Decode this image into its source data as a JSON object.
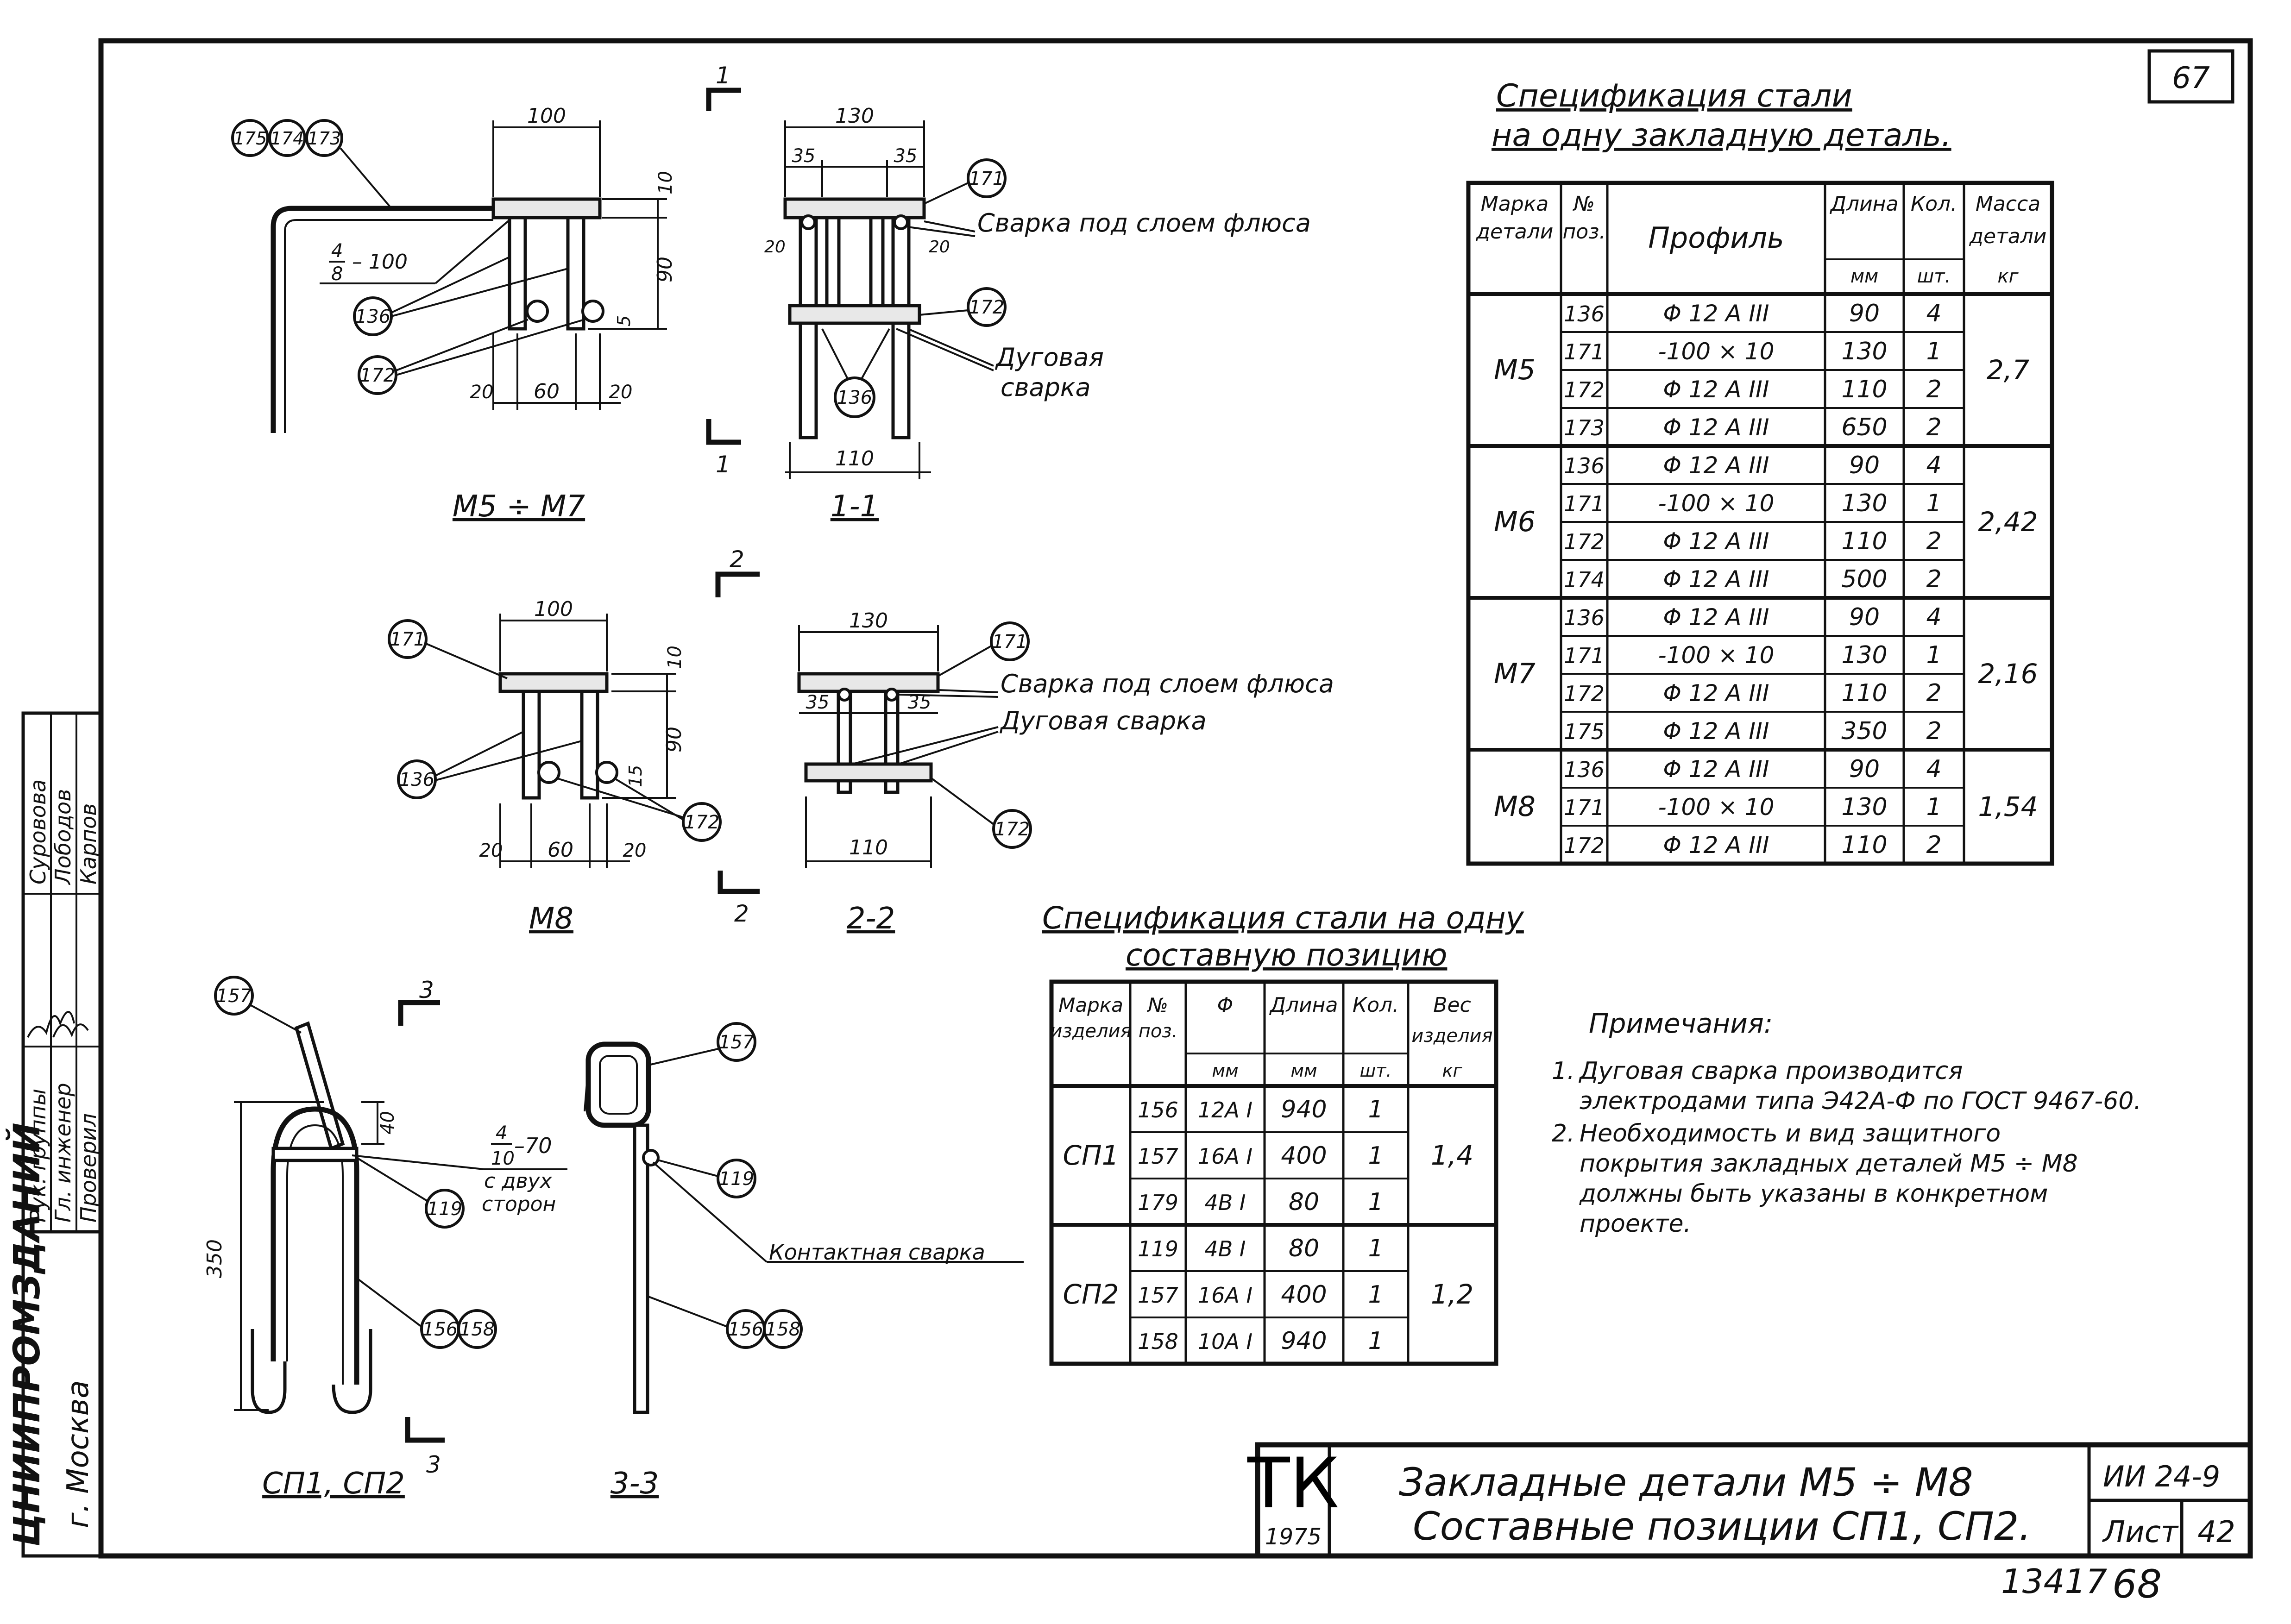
{
  "sheet": {
    "page_no": "67",
    "footer_left_no": "13417",
    "footer_right_no": "68"
  },
  "title_block": {
    "logo": "ТК",
    "year": "1975",
    "title_line1": "Закладные детали М5 ÷ М8",
    "title_line2": "Составные позиции СП1, СП2.",
    "series": "ИИ 24-9",
    "sheet_label": "Лист",
    "sheet_no": "42"
  },
  "side_stamp": {
    "org": "ЦНИИПРОМЗДАНИЙ",
    "city": "г. Москва",
    "rows": [
      {
        "role": "Рук. группы",
        "name": "Суровова"
      },
      {
        "role": "Гл. инженер",
        "name": "Лободов"
      },
      {
        "role": "Проверил",
        "name": "Карпов"
      }
    ]
  },
  "views": {
    "m5_m7": {
      "caption": "М5 ÷ М7",
      "dims": {
        "top": "100",
        "thick": "10",
        "height": "90",
        "bot_left": "20",
        "bot_mid": "60",
        "bot_right": "20",
        "small": "5"
      },
      "weld_note_top": "4",
      "weld_note_bottom": "8",
      "weld_note_len": "– 100",
      "callouts": [
        "175",
        "174",
        "173",
        "136",
        "172"
      ]
    },
    "sec_1_1": {
      "caption": "1-1",
      "cut_label": "1",
      "dims": {
        "top": "130",
        "left": "35",
        "right": "35",
        "side_left": "20",
        "side_right": "20",
        "bottom": "110"
      },
      "callouts": [
        "171",
        "172",
        "136"
      ],
      "note_flux": "Сварка под слоем флюса",
      "note_arc1": "Дуговая",
      "note_arc2": "сварка"
    },
    "m8": {
      "caption": "М8",
      "dims": {
        "top": "100",
        "thick": "10",
        "height": "90",
        "bot_left": "20",
        "bot_mid": "60",
        "bot_right": "20",
        "small": "15"
      },
      "callouts": [
        "171",
        "136",
        "172"
      ]
    },
    "sec_2_2": {
      "caption": "2-2",
      "cut_label": "2",
      "dims": {
        "top": "130",
        "left": "35",
        "right": "35",
        "bottom": "110"
      },
      "callouts": [
        "171",
        "172"
      ],
      "note_flux": "Сварка под слоем флюса",
      "note_arc": "Дуговая сварка"
    },
    "sp": {
      "caption": "СП1, СП2",
      "cut_label": "3",
      "dims": {
        "height": "350",
        "gap": "40"
      },
      "weld_top": "4",
      "weld_bottom": "10",
      "weld_len": "–70",
      "weld_sides1": "с двух",
      "weld_sides2": "сторон",
      "callouts": [
        "157",
        "119",
        "156",
        "158"
      ]
    },
    "sec_3_3": {
      "caption": "3-3",
      "callouts": [
        "157",
        "119",
        "156",
        "158"
      ],
      "note_contact": "Контактная сварка"
    }
  },
  "spec_detail": {
    "title1": "Спецификация стали",
    "title2": "на одну закладную деталь.",
    "headers": {
      "mark": [
        "Марка",
        "детали"
      ],
      "pos": [
        "№",
        "поз."
      ],
      "profile": "Профиль",
      "length": [
        "Длина",
        "мм"
      ],
      "qty": [
        "Кол.",
        "шт."
      ],
      "mass": [
        "Масса",
        "детали",
        "кг"
      ]
    },
    "groups": [
      {
        "mark": "М5",
        "mass": "2,7",
        "rows": [
          {
            "pos": "136",
            "profile": "Φ 12 А III",
            "length": "90",
            "qty": "4"
          },
          {
            "pos": "171",
            "profile": "-100 × 10",
            "length": "130",
            "qty": "1"
          },
          {
            "pos": "172",
            "profile": "Φ 12 А III",
            "length": "110",
            "qty": "2"
          },
          {
            "pos": "173",
            "profile": "Φ 12 А III",
            "length": "650",
            "qty": "2"
          }
        ]
      },
      {
        "mark": "М6",
        "mass": "2,42",
        "rows": [
          {
            "pos": "136",
            "profile": "Φ 12 А III",
            "length": "90",
            "qty": "4"
          },
          {
            "pos": "171",
            "profile": "-100 × 10",
            "length": "130",
            "qty": "1"
          },
          {
            "pos": "172",
            "profile": "Φ 12 А III",
            "length": "110",
            "qty": "2"
          },
          {
            "pos": "174",
            "profile": "Φ 12 А III",
            "length": "500",
            "qty": "2"
          }
        ]
      },
      {
        "mark": "М7",
        "mass": "2,16",
        "rows": [
          {
            "pos": "136",
            "profile": "Φ 12 А III",
            "length": "90",
            "qty": "4"
          },
          {
            "pos": "171",
            "profile": "-100 × 10",
            "length": "130",
            "qty": "1"
          },
          {
            "pos": "172",
            "profile": "Φ 12 А III",
            "length": "110",
            "qty": "2"
          },
          {
            "pos": "175",
            "profile": "Φ 12 А III",
            "length": "350",
            "qty": "2"
          }
        ]
      },
      {
        "mark": "М8",
        "mass": "1,54",
        "rows": [
          {
            "pos": "136",
            "profile": "Φ 12 А III",
            "length": "90",
            "qty": "4"
          },
          {
            "pos": "171",
            "profile": "-100 × 10",
            "length": "130",
            "qty": "1"
          },
          {
            "pos": "172",
            "profile": "Φ 12 А III",
            "length": "110",
            "qty": "2"
          }
        ]
      }
    ]
  },
  "spec_position": {
    "title1": "Спецификация стали на одну",
    "title2": "составную позицию",
    "headers": {
      "mark": [
        "Марка",
        "изделия"
      ],
      "pos": [
        "№",
        "поз."
      ],
      "dia": [
        "Φ",
        "мм"
      ],
      "length": [
        "Длина",
        "мм"
      ],
      "qty": [
        "Кол.",
        "шт."
      ],
      "weight": [
        "Вес",
        "изделия",
        "кг"
      ]
    },
    "groups": [
      {
        "mark": "СП1",
        "weight": "1,4",
        "rows": [
          {
            "pos": "156",
            "dia": "12А I",
            "length": "940",
            "qty": "1"
          },
          {
            "pos": "157",
            "dia": "16А I",
            "length": "400",
            "qty": "1"
          },
          {
            "pos": "179",
            "dia": "4В I",
            "length": "80",
            "qty": "1"
          }
        ]
      },
      {
        "mark": "СП2",
        "weight": "1,2",
        "rows": [
          {
            "pos": "119",
            "dia": "4В I",
            "length": "80",
            "qty": "1"
          },
          {
            "pos": "157",
            "dia": "16А I",
            "length": "400",
            "qty": "1"
          },
          {
            "pos": "158",
            "dia": "10А I",
            "length": "940",
            "qty": "1"
          }
        ]
      }
    ]
  },
  "notes": {
    "title": "Примечания:",
    "items": [
      {
        "num": "1.",
        "lines": [
          "Дуговая сварка производится",
          "электродами типа Э42А-Ф по ГОСТ 9467-60."
        ]
      },
      {
        "num": "2.",
        "lines": [
          "Необходимость и вид защитного",
          "покрытия закладных деталей М5 ÷ М8",
          "должны быть указаны в конкретном",
          "проекте."
        ]
      }
    ]
  }
}
